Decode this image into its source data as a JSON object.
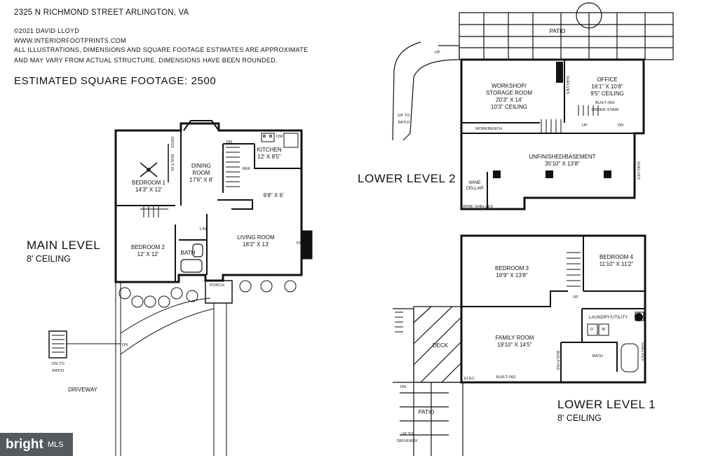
{
  "header": {
    "address": "2325 N RICHMOND STREET ARLINGTON, VA",
    "copyright": "©2021 DAVID LLOYD",
    "website": "WWW.INTERIORFOOTPRINTS.COM",
    "disclaimer1": "ALL ILLUSTRATIONS, DIMENSIONS AND SQUARE FOOTAGE ESTIMATES ARE APPROXIMATE",
    "disclaimer2": "AND MAY VARY FROM ACTUAL STRUCTURE. DIMENSIONS HAVE BEEN ROUNDED.",
    "sqft": "ESTIMATED SQUARE FOOTAGE: 2500"
  },
  "levels": {
    "main": {
      "title": "MAIN LEVEL",
      "ceiling": "8' CEILING"
    },
    "lower2": {
      "title": "LOWER LEVEL 2"
    },
    "lower1": {
      "title": "LOWER LEVEL 1",
      "ceiling": "8' CEILING"
    }
  },
  "main_rooms": {
    "bedroom1": "BEDROOM 1\n14'3\" X 12'",
    "dining": "DINING\nROOM\n17'6\" X 8'",
    "kitchen": "KITCHEN\n12' X 8'5\"",
    "nook": "9'8\" X 6'",
    "bedroom2": "BEDROOM 2\n12' X 12'",
    "bath": "BATH",
    "lin": "LIN",
    "living": "LIVING ROOM\n18'2\" X 13'",
    "fp": "FP",
    "porch": "PORCH",
    "driveway": "DRIVEWAY",
    "dn": "DN",
    "ref": "REF",
    "dw": "DW",
    "dress": "DRSS",
    "builtin": "BUILT-IN",
    "dn_to_patio": "DN TO\nPATIO"
  },
  "lower2_rooms": {
    "patio": "PATIO",
    "workshop": "WORKSHOP/\nSTORAGE ROOM\n20'3\" X 14'\n10'3\" CEILING",
    "office": "OFFICE\n16'1\" X 10'8\"\n9'5\" CEILING",
    "builtins_stair": "BUILT-INS\nUNDER STAIR",
    "shelves": "SHELVES",
    "workbench": "WORKBENCH",
    "unfinished": "UNFINISHED/BASEMENT\n35'10\" X 13'8\"",
    "wine_cellar": "WINE\nCELLAR",
    "wine_shelves": "WINE SHELVES",
    "up": "UP",
    "dn": "DN",
    "up_to_patio": "UP TO\nPATIO"
  },
  "lower1_rooms": {
    "bedroom3": "BEDROOM 3\n16'9\" X 13'8\"",
    "bedroom4": "BEDROOM 4\n11'10\" X 11'2\"",
    "laundry": "LAUNDRY/UTILITY",
    "d": "D",
    "w": "W",
    "family": "FAMILY ROOM\n19'10\" X 14'5\"",
    "deck": "DECK",
    "bath": "BATH",
    "builtins": "BUILT-INS",
    "builtin_v": "BUILT-INS",
    "elec": "ELEC",
    "shelves": "SHELVES",
    "patio": "PATIO",
    "dn": "DN",
    "up": "UP",
    "up_to_driveway": "UP TO\nDRIVEWAY"
  },
  "badge": {
    "brand": "bright",
    "suffix": "MLS"
  }
}
